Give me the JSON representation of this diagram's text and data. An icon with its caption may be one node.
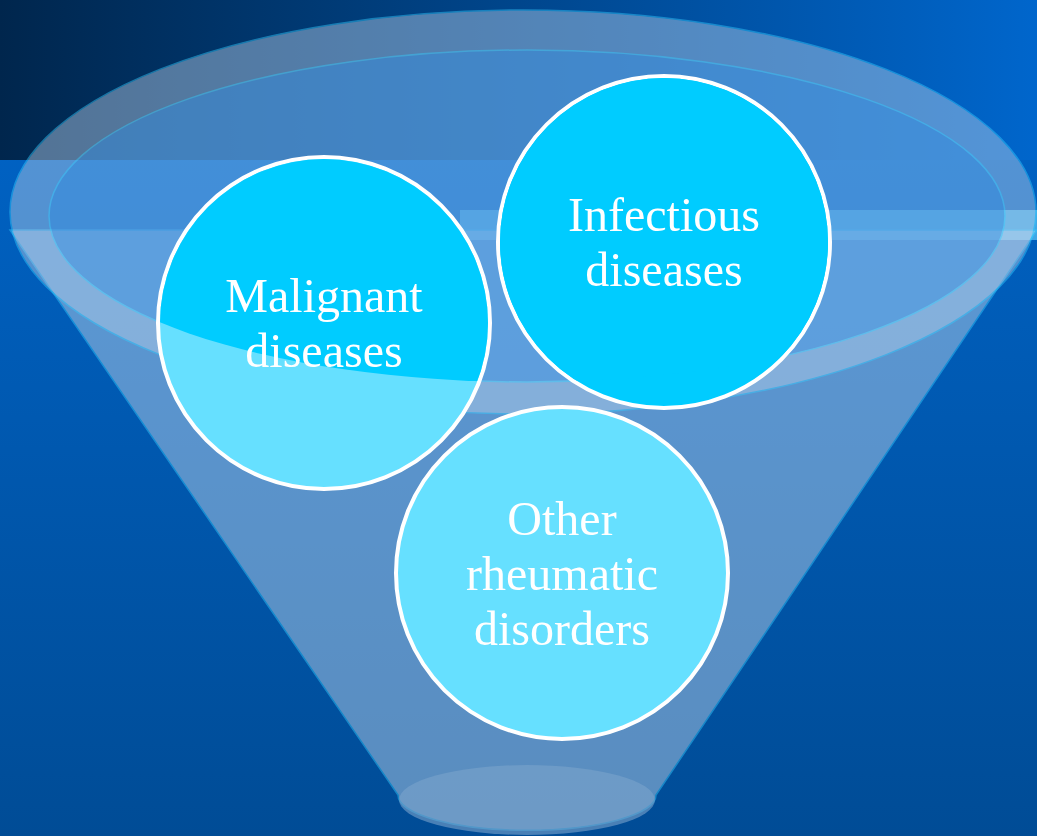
{
  "diagram": {
    "nodes": [
      {
        "text": [
          "Malignant diseases"
        ]
      },
      {
        "text": [
          "Infectious diseases"
        ]
      },
      {
        "text": [
          "Other rheumatic disorders"
        ]
      }
    ]
  }
}
